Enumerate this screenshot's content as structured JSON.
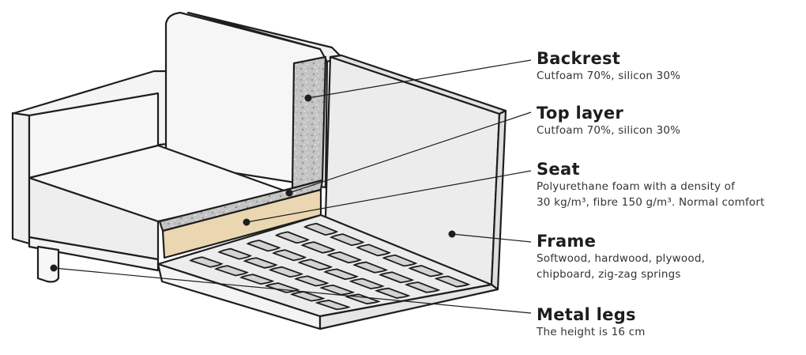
{
  "components": [
    {
      "id": "backrest",
      "title": "Backrest",
      "lines": [
        "Cutfoam 70%, silicon 30%"
      ]
    },
    {
      "id": "top-layer",
      "title": "Top layer",
      "lines": [
        "Cutfoam 70%, silicon 30%"
      ]
    },
    {
      "id": "seat",
      "title": "Seat",
      "lines": [
        "Polyurethane foam with a density of",
        "30 kg/m³, fibre 150 g/m³. Normal comfort"
      ]
    },
    {
      "id": "frame",
      "title": "Frame",
      "lines": [
        "Softwood, hardwood, plywood,",
        "chipboard, zig-zag springs"
      ]
    },
    {
      "id": "metal-legs",
      "title": "Metal legs",
      "lines": [
        "The height is 16 cm"
      ]
    }
  ],
  "colors": {
    "outline": "#1e1e1e",
    "cushion": "#f6f6f6",
    "frame_fill": "#ececec",
    "seat_foam": "#ead7b2",
    "backrest_foam": "#bfbfbf",
    "spring_fill": "#d3d3d3"
  }
}
